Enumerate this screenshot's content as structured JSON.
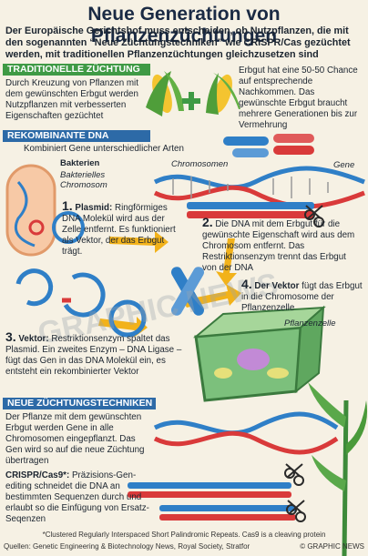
{
  "title": "Neue Generation von Pflanzenzüchtungen",
  "intro": "Der Europäische Gerichtshof muss entscheiden, ob Nutzpflanzen, die mit den sogenannten “Neue Züchtungstechniken” wie CRISPR/Cas gezüchtet werden, mit traditionellen Pflanzenzüchtungen gleichzusetzen sind",
  "traditional": {
    "header": "TRADITIONELLE ZÜCHTUNG",
    "left_text": "Durch Kreuzung von Pflanzen mit dem gewünschten Erbgut werden Nutzpflanzen mit verbesserten Eigenschaften gezüchtet",
    "right_text": "Erbgut hat eine 50-50 Chance auf entsprechende Nachkommen. Das gewünschte Erbgut braucht mehrere Generationen bis zur Vermehrung",
    "plus": "+"
  },
  "recombinant": {
    "header": "REKOMBINANTE DNA",
    "intro": "Kombiniert Gene unterschiedlicher Arten",
    "label_bacteria": "Bakterien",
    "label_bacterial_chromosome": "Bakterielles Chromosom",
    "label_chromosomes": "Chromosomen",
    "label_gene": "Gene",
    "label_plant_cell": "Pflanzenzelle",
    "step1_num": "1.",
    "step1_title": "Plasmid:",
    "step1_text": "Ringförmiges DNA Molekül wird aus der Zelle entfernt. Es funktioniert als Vektor, der das Erbgut trägt.",
    "step2_num": "2.",
    "step2_text": "Die DNA mit dem Erbgut für die gewünschte Eigenschaft wird aus dem Chromosom entfernt. Das Restriktionsenzym trennt das Erbgut von der DNA",
    "step3_num": "3.",
    "step3_title": "Vektor:",
    "step3_text": "Restriktionsenzym spaltet das Plasmid. Ein zweites Enzym – DNA Ligase – fügt das Gen in das DNA Molekül ein, es entsteht ein rekombinierter Vektor",
    "step4_num": "4.",
    "step4_title": "Der Vektor",
    "step4_text": "fügt das Erbgut in die Chromosome der Pflanzenzelle"
  },
  "new_techniques": {
    "header": "NEUE ZÜCHTUNGSTECHNIKEN",
    "text": "Der Pflanze mit dem gewünschten Erbgut werden Gene in alle Chromosomen eingepflanzt. Das Gen wird so auf die neue Züchtung übertragen",
    "crispr_title": "CRISPR/Cas9*:",
    "crispr_text": "Präzisions-Gen-editing schneidet die DNA an bestimmten Sequenzen durch und erlaubt so die Einfügung von Ersatz-Seqenzen"
  },
  "footnote": "*Clustered Regularly Interspaced Short Palindromic Repeats. Cas9 is a cleaving protein",
  "source": "Quellen: Genetic Engineering & Biotechnology News, Royal Society, Stratfor",
  "credit": "© GRAPHIC NEWS",
  "watermark": "GRAPHIC NEWS",
  "colors": {
    "green_header": "#3f9a45",
    "blue_header": "#2d6aa7",
    "dna_blue": "#2f7fc7",
    "dna_red": "#d93a3a",
    "arrow_yellow": "#f2b21a",
    "corn_yellow": "#f4c430"
  }
}
